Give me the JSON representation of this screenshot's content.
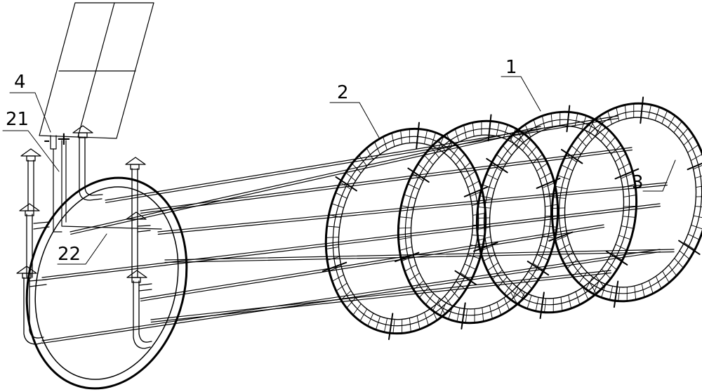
{
  "labels": {
    "l1": "1",
    "l2": "2",
    "l3": "3",
    "l4": "4",
    "l21": "21",
    "l22": "22",
    "plus": "+",
    "minus": "-"
  },
  "colors": {
    "line": "#000000",
    "background": "#ffffff"
  }
}
